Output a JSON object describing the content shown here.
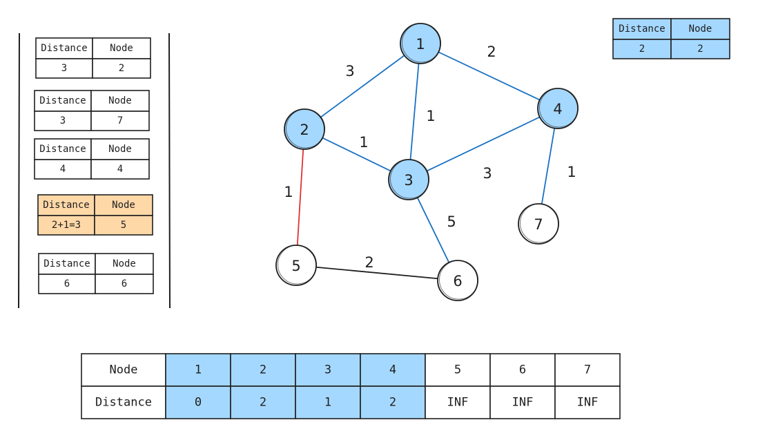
{
  "colors": {
    "visited": "#a5d8ff",
    "current": "#ffd8a8",
    "blue_edge": "#1971c2",
    "red_edge": "#e03131",
    "ink": "#1e1e1e",
    "white": "#ffffff"
  },
  "queue": {
    "header_distance": "Distance",
    "header_node": "Node",
    "entries": [
      {
        "distance": "3",
        "node": "2",
        "state": "plain"
      },
      {
        "distance": "3",
        "node": "7",
        "state": "plain"
      },
      {
        "distance": "4",
        "node": "4",
        "state": "plain"
      },
      {
        "distance": "2+1=3",
        "node": "5",
        "state": "current"
      },
      {
        "distance": "6",
        "node": "6",
        "state": "plain"
      }
    ]
  },
  "popped": {
    "header_distance": "Distance",
    "header_node": "Node",
    "distance": "2",
    "node": "2"
  },
  "graph": {
    "nodes": [
      {
        "id": "1",
        "label": "1",
        "visited": true
      },
      {
        "id": "2",
        "label": "2",
        "visited": true
      },
      {
        "id": "3",
        "label": "3",
        "visited": true
      },
      {
        "id": "4",
        "label": "4",
        "visited": true
      },
      {
        "id": "5",
        "label": "5",
        "visited": false
      },
      {
        "id": "6",
        "label": "6",
        "visited": false
      },
      {
        "id": "7",
        "label": "7",
        "visited": false
      }
    ],
    "edges": [
      {
        "from": "1",
        "to": "2",
        "weight": "3",
        "style": "blue"
      },
      {
        "from": "1",
        "to": "4",
        "weight": "2",
        "style": "blue"
      },
      {
        "from": "1",
        "to": "3",
        "weight": "1",
        "style": "blue"
      },
      {
        "from": "2",
        "to": "3",
        "weight": "1",
        "style": "blue"
      },
      {
        "from": "4",
        "to": "3",
        "weight": "3",
        "style": "blue"
      },
      {
        "from": "4",
        "to": "7",
        "weight": "1",
        "style": "blue"
      },
      {
        "from": "2",
        "to": "5",
        "weight": "1",
        "style": "red"
      },
      {
        "from": "3",
        "to": "6",
        "weight": "5",
        "style": "blue"
      },
      {
        "from": "5",
        "to": "6",
        "weight": "2",
        "style": "black"
      }
    ]
  },
  "distance_table": {
    "row_header_node": "Node",
    "row_header_distance": "Distance",
    "columns": [
      {
        "node": "1",
        "distance": "0",
        "visited": true
      },
      {
        "node": "2",
        "distance": "2",
        "visited": true
      },
      {
        "node": "3",
        "distance": "1",
        "visited": true
      },
      {
        "node": "4",
        "distance": "2",
        "visited": true
      },
      {
        "node": "5",
        "distance": "INF",
        "visited": false
      },
      {
        "node": "6",
        "distance": "INF",
        "visited": false
      },
      {
        "node": "7",
        "distance": "INF",
        "visited": false
      }
    ]
  }
}
